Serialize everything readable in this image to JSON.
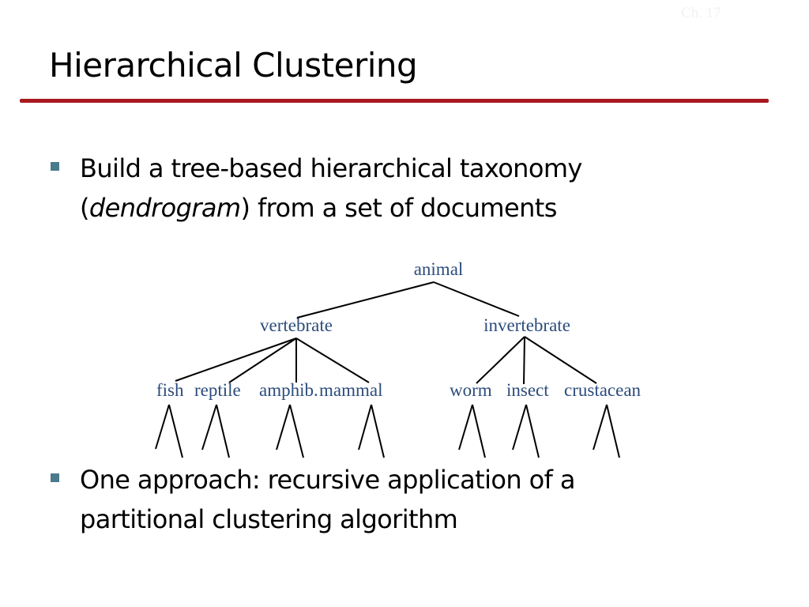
{
  "slide": {
    "number": "Ch. 17",
    "title": "Hierarchical Clustering"
  },
  "bullets": [
    {
      "line1": "Build a tree-based hierarchical taxonomy",
      "line2_open": "(",
      "line2_emph": "dendrogram",
      "line2_rest": ") from a set of documents"
    },
    {
      "line1": "One approach: recursive application of a",
      "line2": "partitional clustering algorithm"
    }
  ],
  "tree": {
    "root": "animal",
    "branches": [
      {
        "label": "vertebrate",
        "leaves": [
          "fish",
          "reptile",
          "amphib.",
          "mammal"
        ]
      },
      {
        "label": "invertebrate",
        "leaves": [
          "worm",
          "insect",
          "crustacean"
        ]
      }
    ]
  },
  "colors": {
    "accent_rule": "#a8191e",
    "bullet_marker": "#4a7a8c",
    "tree_label": "#2c4c7c"
  }
}
